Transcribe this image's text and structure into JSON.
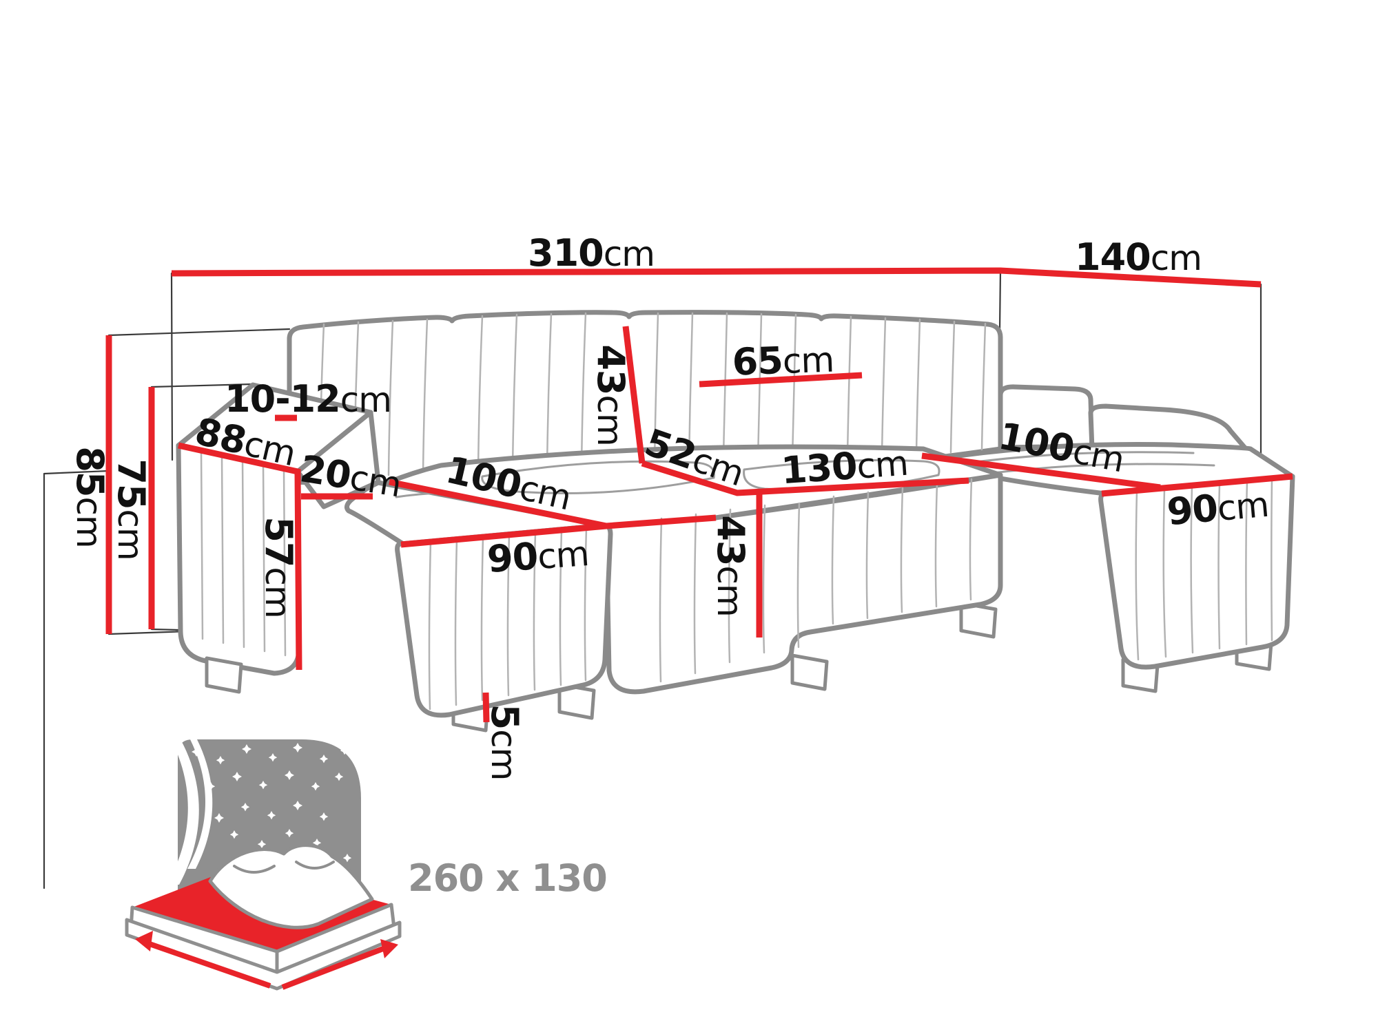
{
  "diagram_title": "corner-sofa-dimension-diagram",
  "colors": {
    "dimension_red": "#e82329",
    "sofa_outline_gray": "#8a8a8a",
    "channel_gray": "#b3b3b3",
    "label_black": "#111111",
    "icon_gray": "#8f8f8f",
    "background": "#ffffff"
  },
  "dimensions": {
    "total_width": {
      "value": "310",
      "unit": "cm"
    },
    "total_depth": {
      "value": "140",
      "unit": "cm"
    },
    "total_height": {
      "value": "85",
      "unit": "cm"
    },
    "armrest_height": {
      "value": "75",
      "unit": "cm"
    },
    "backrest_gap": {
      "value": "10-12",
      "unit": "cm"
    },
    "armrest_length": {
      "value": "88",
      "unit": "cm"
    },
    "armrest_width": {
      "value": "20",
      "unit": "cm"
    },
    "chaise_height": {
      "value": "57",
      "unit": "cm"
    },
    "chaise_left_length": {
      "value": "100",
      "unit": "cm"
    },
    "chaise_left_width": {
      "value": "90",
      "unit": "cm"
    },
    "backrest_height": {
      "value": "43",
      "unit": "cm"
    },
    "back_cushion_width": {
      "value": "65",
      "unit": "cm"
    },
    "seat_depth": {
      "value": "52",
      "unit": "cm"
    },
    "center_seat_width": {
      "value": "130",
      "unit": "cm"
    },
    "seat_height": {
      "value": "43",
      "unit": "cm"
    },
    "chaise_right_length": {
      "value": "100",
      "unit": "cm"
    },
    "chaise_right_width": {
      "value": "90",
      "unit": "cm"
    },
    "leg_height": {
      "value": "5",
      "unit": "cm"
    }
  },
  "sleeping_area": {
    "label": "260 x 130"
  }
}
